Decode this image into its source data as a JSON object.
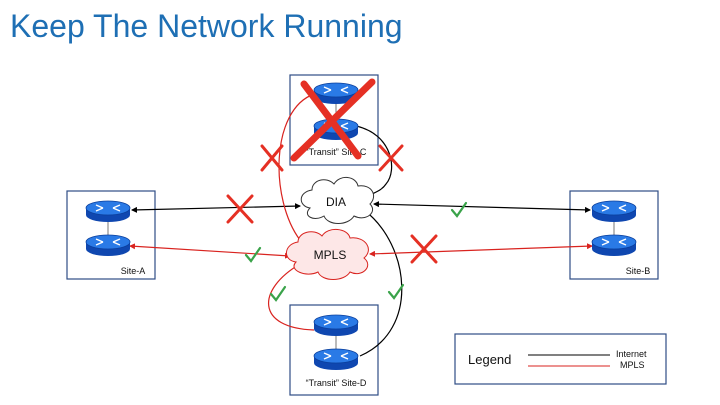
{
  "title": "Keep The Network Running",
  "sites": {
    "a": "Site-A",
    "b": "Site-B",
    "c_prefix": "“Transit”",
    "c": "Site-C",
    "d": "“Transit” Site-D"
  },
  "clouds": {
    "dia": "DIA",
    "mpls": "MPLS"
  },
  "legend": {
    "title": "Legend",
    "internet": "Internet",
    "mpls": "MPLS"
  },
  "colors": {
    "title": "#1e6fb4",
    "router": "#1a63d8",
    "internet_link": "#000000",
    "mpls_link": "#d9231f",
    "fail_mark": "#e53024",
    "ok_mark": "#3aa34a",
    "mpls_cloud": "#fde7e7",
    "site_border": "#2f4e86"
  },
  "icons": {
    "router": "router-icon",
    "fail": "red-x-mark-icon",
    "ok": "green-check-mark-icon"
  }
}
